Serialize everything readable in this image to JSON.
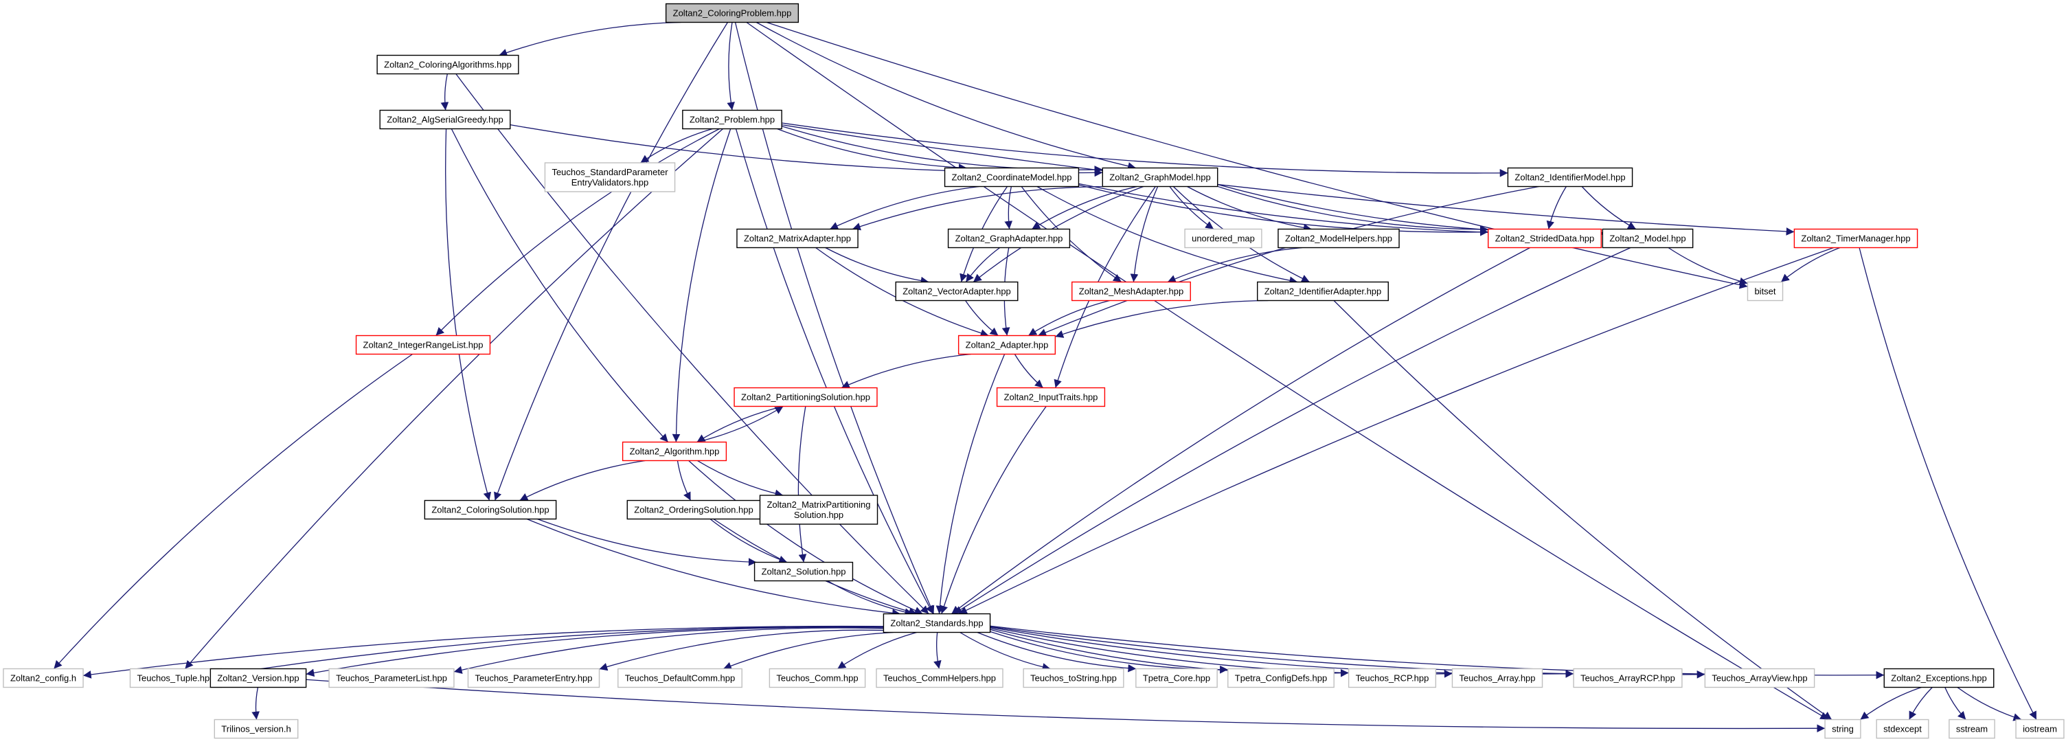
{
  "diagram": {
    "colors": {
      "edge": "#191970",
      "root_fill": "#bfbfbf",
      "link": "#000000",
      "truncated": "#ff0000",
      "external": "#bfbfbf"
    },
    "nodes": [
      {
        "id": "coloringproblem",
        "lines": [
          "Zoltan2_ColoringProblem.hpp"
        ],
        "kind": "root"
      },
      {
        "id": "coloringalgorithms",
        "lines": [
          "Zoltan2_ColoringAlgorithms.hpp"
        ],
        "kind": "link"
      },
      {
        "id": "algserialgreedy",
        "lines": [
          "Zoltan2_AlgSerialGreedy.hpp"
        ],
        "kind": "link"
      },
      {
        "id": "problem",
        "lines": [
          "Zoltan2_Problem.hpp"
        ],
        "kind": "link"
      },
      {
        "id": "teuchos_stdparam",
        "lines": [
          "Teuchos_StandardParameter",
          "EntryValidators.hpp"
        ],
        "kind": "external"
      },
      {
        "id": "coordinatemodel",
        "lines": [
          "Zoltan2_CoordinateModel.hpp"
        ],
        "kind": "link"
      },
      {
        "id": "graphmodel",
        "lines": [
          "Zoltan2_GraphModel.hpp"
        ],
        "kind": "link"
      },
      {
        "id": "identifiermodel",
        "lines": [
          "Zoltan2_IdentifierModel.hpp"
        ],
        "kind": "link"
      },
      {
        "id": "matrixadapter",
        "lines": [
          "Zoltan2_MatrixAdapter.hpp"
        ],
        "kind": "link"
      },
      {
        "id": "graphadapter",
        "lines": [
          "Zoltan2_GraphAdapter.hpp"
        ],
        "kind": "link"
      },
      {
        "id": "unordered_map",
        "lines": [
          "unordered_map"
        ],
        "kind": "external"
      },
      {
        "id": "modelhelpers",
        "lines": [
          "Zoltan2_ModelHelpers.hpp"
        ],
        "kind": "link"
      },
      {
        "id": "strideddata",
        "lines": [
          "Zoltan2_StridedData.hpp"
        ],
        "kind": "truncated"
      },
      {
        "id": "model",
        "lines": [
          "Zoltan2_Model.hpp"
        ],
        "kind": "link"
      },
      {
        "id": "timermanager",
        "lines": [
          "Zoltan2_TimerManager.hpp"
        ],
        "kind": "truncated"
      },
      {
        "id": "bitset",
        "lines": [
          "bitset"
        ],
        "kind": "external"
      },
      {
        "id": "vectoradapter",
        "lines": [
          "Zoltan2_VectorAdapter.hpp"
        ],
        "kind": "link"
      },
      {
        "id": "meshadapter",
        "lines": [
          "Zoltan2_MeshAdapter.hpp"
        ],
        "kind": "truncated"
      },
      {
        "id": "identifieradapter",
        "lines": [
          "Zoltan2_IdentifierAdapter.hpp"
        ],
        "kind": "link"
      },
      {
        "id": "integerrangelist",
        "lines": [
          "Zoltan2_IntegerRangeList.hpp"
        ],
        "kind": "truncated"
      },
      {
        "id": "adapter",
        "lines": [
          "Zoltan2_Adapter.hpp"
        ],
        "kind": "truncated"
      },
      {
        "id": "partitioningsolution",
        "lines": [
          "Zoltan2_PartitioningSolution.hpp"
        ],
        "kind": "truncated"
      },
      {
        "id": "inputtraits",
        "lines": [
          "Zoltan2_InputTraits.hpp"
        ],
        "kind": "truncated"
      },
      {
        "id": "algorithm",
        "lines": [
          "Zoltan2_Algorithm.hpp"
        ],
        "kind": "truncated"
      },
      {
        "id": "orderingsolution",
        "lines": [
          "Zoltan2_OrderingSolution.hpp"
        ],
        "kind": "link"
      },
      {
        "id": "matrixpartitioningsolution",
        "lines": [
          "Zoltan2_MatrixPartitioning",
          "Solution.hpp"
        ],
        "kind": "link"
      },
      {
        "id": "coloringsolution",
        "lines": [
          "Zoltan2_ColoringSolution.hpp"
        ],
        "kind": "link"
      },
      {
        "id": "solution",
        "lines": [
          "Zoltan2_Solution.hpp"
        ],
        "kind": "link"
      },
      {
        "id": "standards",
        "lines": [
          "Zoltan2_Standards.hpp"
        ],
        "kind": "link"
      },
      {
        "id": "zoltan2_config",
        "lines": [
          "Zoltan2_config.h"
        ],
        "kind": "external"
      },
      {
        "id": "teuchos_tuple",
        "lines": [
          "Teuchos_Tuple.hpp"
        ],
        "kind": "external"
      },
      {
        "id": "version",
        "lines": [
          "Zoltan2_Version.hpp"
        ],
        "kind": "link"
      },
      {
        "id": "teuchos_parameterlist",
        "lines": [
          "Teuchos_ParameterList.hpp"
        ],
        "kind": "external"
      },
      {
        "id": "teuchos_parameterentry",
        "lines": [
          "Teuchos_ParameterEntry.hpp"
        ],
        "kind": "external"
      },
      {
        "id": "teuchos_defaultcomm",
        "lines": [
          "Teuchos_DefaultComm.hpp"
        ],
        "kind": "external"
      },
      {
        "id": "teuchos_comm",
        "lines": [
          "Teuchos_Comm.hpp"
        ],
        "kind": "external"
      },
      {
        "id": "teuchos_commhelpers",
        "lines": [
          "Teuchos_CommHelpers.hpp"
        ],
        "kind": "external"
      },
      {
        "id": "teuchos_tostring",
        "lines": [
          "Teuchos_toString.hpp"
        ],
        "kind": "external"
      },
      {
        "id": "tpetra_core",
        "lines": [
          "Tpetra_Core.hpp"
        ],
        "kind": "external"
      },
      {
        "id": "tpetra_configdefs",
        "lines": [
          "Tpetra_ConfigDefs.hpp"
        ],
        "kind": "external"
      },
      {
        "id": "teuchos_rcp",
        "lines": [
          "Teuchos_RCP.hpp"
        ],
        "kind": "external"
      },
      {
        "id": "teuchos_array",
        "lines": [
          "Teuchos_Array.hpp"
        ],
        "kind": "external"
      },
      {
        "id": "teuchos_arrayrcp",
        "lines": [
          "Teuchos_ArrayRCP.hpp"
        ],
        "kind": "external"
      },
      {
        "id": "teuchos_arrayview",
        "lines": [
          "Teuchos_ArrayView.hpp"
        ],
        "kind": "external"
      },
      {
        "id": "exceptions",
        "lines": [
          "Zoltan2_Exceptions.hpp"
        ],
        "kind": "link"
      },
      {
        "id": "trilinos_version",
        "lines": [
          "Trilinos_version.h"
        ],
        "kind": "external"
      },
      {
        "id": "string",
        "lines": [
          "string"
        ],
        "kind": "external"
      },
      {
        "id": "stdexcept",
        "lines": [
          "stdexcept"
        ],
        "kind": "external"
      },
      {
        "id": "sstream",
        "lines": [
          "sstream"
        ],
        "kind": "external"
      },
      {
        "id": "iostream",
        "lines": [
          "iostream"
        ],
        "kind": "external"
      }
    ],
    "edges": [
      [
        "coloringproblem",
        "coloringalgorithms"
      ],
      [
        "coloringproblem",
        "problem"
      ],
      [
        "coloringproblem",
        "graphmodel"
      ],
      [
        "coloringproblem",
        "bitset"
      ],
      [
        "coloringproblem",
        "string"
      ],
      [
        "coloringproblem",
        "coloringsolution"
      ],
      [
        "coloringproblem",
        "standards"
      ],
      [
        "coloringalgorithms",
        "algserialgreedy"
      ],
      [
        "coloringalgorithms",
        "standards"
      ],
      [
        "algserialgreedy",
        "graphmodel"
      ],
      [
        "algserialgreedy",
        "algorithm"
      ],
      [
        "algserialgreedy",
        "coloringsolution"
      ],
      [
        "problem",
        "teuchos_stdparam"
      ],
      [
        "problem",
        "coordinatemodel"
      ],
      [
        "problem",
        "graphmodel"
      ],
      [
        "problem",
        "identifiermodel"
      ],
      [
        "problem",
        "timermanager"
      ],
      [
        "problem",
        "integerrangelist"
      ],
      [
        "problem",
        "algorithm"
      ],
      [
        "problem",
        "standards"
      ],
      [
        "problem",
        "teuchos_tuple"
      ],
      [
        "coordinatemodel",
        "matrixadapter"
      ],
      [
        "coordinatemodel",
        "graphadapter"
      ],
      [
        "coordinatemodel",
        "meshadapter"
      ],
      [
        "coordinatemodel",
        "vectoradapter"
      ],
      [
        "coordinatemodel",
        "identifieradapter"
      ],
      [
        "coordinatemodel",
        "strideddata"
      ],
      [
        "coordinatemodel",
        "model"
      ],
      [
        "graphmodel",
        "matrixadapter"
      ],
      [
        "graphmodel",
        "graphadapter"
      ],
      [
        "graphmodel",
        "unordered_map"
      ],
      [
        "graphmodel",
        "modelhelpers"
      ],
      [
        "graphmodel",
        "strideddata"
      ],
      [
        "graphmodel",
        "model"
      ],
      [
        "graphmodel",
        "vectoradapter"
      ],
      [
        "graphmodel",
        "meshadapter"
      ],
      [
        "graphmodel",
        "identifieradapter"
      ],
      [
        "graphmodel",
        "inputtraits"
      ],
      [
        "identifiermodel",
        "strideddata"
      ],
      [
        "identifiermodel",
        "model"
      ],
      [
        "identifiermodel",
        "adapter"
      ],
      [
        "matrixadapter",
        "vectoradapter"
      ],
      [
        "matrixadapter",
        "adapter"
      ],
      [
        "graphadapter",
        "vectoradapter"
      ],
      [
        "graphadapter",
        "adapter"
      ],
      [
        "modelhelpers",
        "meshadapter"
      ],
      [
        "strideddata",
        "standards"
      ],
      [
        "model",
        "bitset"
      ],
      [
        "model",
        "standards"
      ],
      [
        "timermanager",
        "bitset"
      ],
      [
        "timermanager",
        "standards"
      ],
      [
        "timermanager",
        "iostream"
      ],
      [
        "vectoradapter",
        "adapter"
      ],
      [
        "meshadapter",
        "adapter"
      ],
      [
        "identifieradapter",
        "adapter"
      ],
      [
        "identifieradapter",
        "string"
      ],
      [
        "integerrangelist",
        "zoltan2_config"
      ],
      [
        "adapter",
        "partitioningsolution"
      ],
      [
        "adapter",
        "inputtraits"
      ],
      [
        "adapter",
        "standards"
      ],
      [
        "partitioningsolution",
        "algorithm"
      ],
      [
        "partitioningsolution",
        "solution"
      ],
      [
        "inputtraits",
        "standards"
      ],
      [
        "algorithm",
        "partitioningsolution"
      ],
      [
        "algorithm",
        "coloringsolution"
      ],
      [
        "algorithm",
        "orderingsolution"
      ],
      [
        "algorithm",
        "matrixpartitioningsolution"
      ],
      [
        "algorithm",
        "standards"
      ],
      [
        "orderingsolution",
        "solution"
      ],
      [
        "orderingsolution",
        "standards"
      ],
      [
        "coloringsolution",
        "solution"
      ],
      [
        "coloringsolution",
        "standards"
      ],
      [
        "solution",
        "standards"
      ],
      [
        "standards",
        "zoltan2_config"
      ],
      [
        "standards",
        "teuchos_tuple"
      ],
      [
        "standards",
        "version"
      ],
      [
        "standards",
        "teuchos_parameterlist"
      ],
      [
        "standards",
        "teuchos_parameterentry"
      ],
      [
        "standards",
        "teuchos_defaultcomm"
      ],
      [
        "standards",
        "teuchos_comm"
      ],
      [
        "standards",
        "teuchos_commhelpers"
      ],
      [
        "standards",
        "teuchos_tostring"
      ],
      [
        "standards",
        "tpetra_core"
      ],
      [
        "standards",
        "tpetra_configdefs"
      ],
      [
        "standards",
        "teuchos_rcp"
      ],
      [
        "standards",
        "teuchos_array"
      ],
      [
        "standards",
        "teuchos_arrayrcp"
      ],
      [
        "standards",
        "teuchos_arrayview"
      ],
      [
        "standards",
        "exceptions"
      ],
      [
        "version",
        "trilinos_version"
      ],
      [
        "version",
        "string"
      ],
      [
        "exceptions",
        "string"
      ],
      [
        "exceptions",
        "stdexcept"
      ],
      [
        "exceptions",
        "sstream"
      ],
      [
        "exceptions",
        "iostream"
      ]
    ]
  }
}
